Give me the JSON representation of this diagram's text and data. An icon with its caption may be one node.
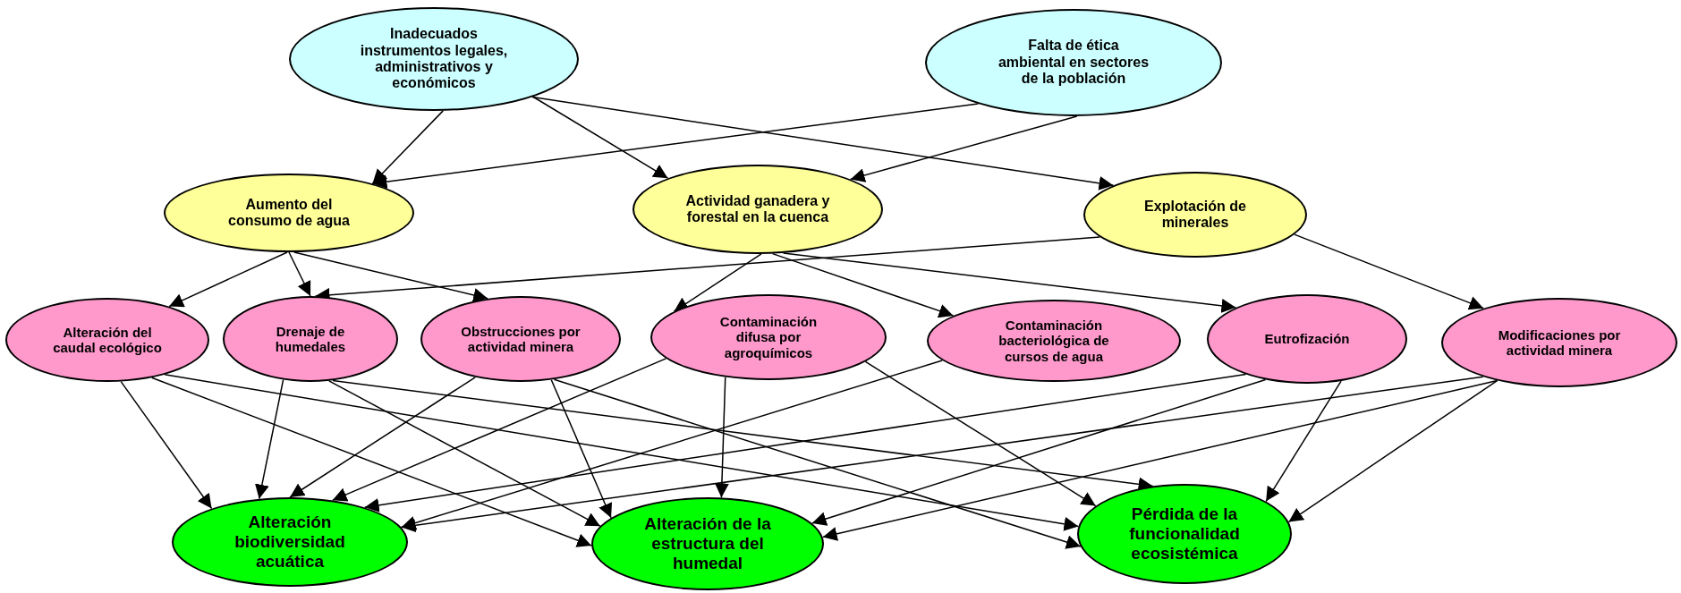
{
  "diagram": {
    "nodes": [
      {
        "text": [
          "Inadecuados instrumentos legales, administrativos y económicos"
        ]
      },
      {
        "text": [
          "Falta de ética ambiental en sectores de la población"
        ]
      },
      {
        "text": [
          "Aumento del consumo de agua"
        ]
      },
      {
        "text": [
          "Actividad ganadera y forestal en la cuenca"
        ]
      },
      {
        "text": [
          "Explotación de minerales"
        ]
      },
      {
        "text": [
          "Alteración del caudal ecológico"
        ]
      },
      {
        "text": [
          "Drenaje de humedales"
        ]
      },
      {
        "text": [
          "Obstrucciones por actividad minera"
        ]
      },
      {
        "text": [
          "Contaminación difusa por agroquímicos"
        ]
      },
      {
        "text": [
          "Contaminación bacteriológica de cursos de agua"
        ]
      },
      {
        "text": [
          "Eutrofización"
        ]
      },
      {
        "text": [
          "Modificaciones por actividad minera"
        ]
      },
      {
        "text": [
          "Alteración biodiversidad acuática"
        ]
      },
      {
        "text": [
          "Alteración de la estructura del humedal"
        ]
      },
      {
        "text": [
          "Pérdida de la funcionalidad ecosistémica"
        ]
      }
    ],
    "edges": [
      {
        "from": 0,
        "to": 2,
        "arrow": "to"
      },
      {
        "from": 0,
        "to": 3,
        "arrow": "to"
      },
      {
        "from": 0,
        "to": 4,
        "arrow": "to"
      },
      {
        "from": 1,
        "to": 2,
        "arrow": "to"
      },
      {
        "from": 1,
        "to": 3,
        "arrow": "to"
      },
      {
        "from": 2,
        "to": 5,
        "arrow": "to"
      },
      {
        "from": 2,
        "to": 6,
        "arrow": "to"
      },
      {
        "from": 2,
        "to": 7,
        "arrow": "to"
      },
      {
        "from": 3,
        "to": 8,
        "arrow": "to"
      },
      {
        "from": 3,
        "to": 9,
        "arrow": "to"
      },
      {
        "from": 3,
        "to": 10,
        "arrow": "to"
      },
      {
        "from": 4,
        "to": 6,
        "arrow": "to"
      },
      {
        "from": 4,
        "to": 11,
        "arrow": "to"
      },
      {
        "from": 5,
        "to": 12,
        "arrow": "to"
      },
      {
        "from": 5,
        "to": 13,
        "arrow": "to"
      },
      {
        "from": 5,
        "to": 14,
        "arrow": "to"
      },
      {
        "from": 6,
        "to": 12,
        "arrow": "to"
      },
      {
        "from": 6,
        "to": 13,
        "arrow": "to"
      },
      {
        "from": 6,
        "to": 14,
        "arrow": "to"
      },
      {
        "from": 7,
        "to": 12,
        "arrow": "to"
      },
      {
        "from": 7,
        "to": 13,
        "arrow": "to"
      },
      {
        "from": 7,
        "to": 14,
        "arrow": "to"
      },
      {
        "from": 8,
        "to": 12,
        "arrow": "to"
      },
      {
        "from": 8,
        "to": 13,
        "arrow": "to"
      },
      {
        "from": 8,
        "to": 14,
        "arrow": "to"
      },
      {
        "from": 9,
        "to": 12,
        "arrow": "to"
      },
      {
        "from": 10,
        "to": 12,
        "arrow": "to"
      },
      {
        "from": 10,
        "to": 13,
        "arrow": "to"
      },
      {
        "from": 10,
        "to": 14,
        "arrow": "to"
      },
      {
        "from": 11,
        "to": 12,
        "arrow": "to"
      },
      {
        "from": 11,
        "to": 13,
        "arrow": "to"
      },
      {
        "from": 11,
        "to": 14,
        "arrow": "to"
      }
    ]
  }
}
